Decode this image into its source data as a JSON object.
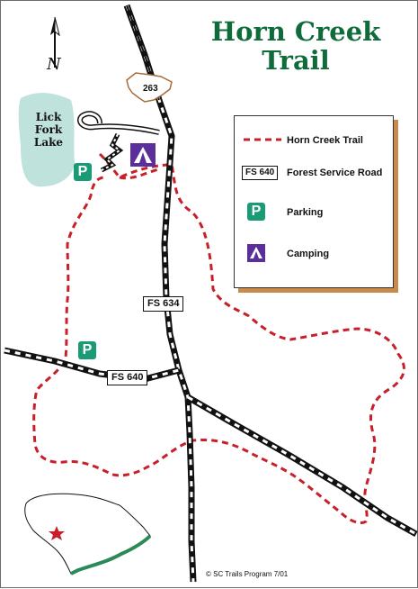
{
  "title": {
    "line1": "Horn Creek",
    "line2": "Trail"
  },
  "north_arrow": {
    "letter": "N"
  },
  "highway_shield": {
    "number": "263"
  },
  "lake": {
    "line1": "Lick",
    "line2": "Fork",
    "line3": "Lake"
  },
  "road_labels": {
    "fs634": "FS 634",
    "fs640": "FS 640"
  },
  "legend": {
    "items": [
      {
        "symbol": "trail-line",
        "label": "Horn Creek Trail"
      },
      {
        "symbol": "road-box",
        "box_text": "FS 640",
        "label": "Forest Service Road"
      },
      {
        "symbol": "parking",
        "glyph": "P",
        "label": "Parking"
      },
      {
        "symbol": "camping",
        "label": "Camping"
      }
    ]
  },
  "map_icons": {
    "parking_glyph": "P"
  },
  "credit": "© SC Trails Program 7/01",
  "colors": {
    "title": "#0f6b3a",
    "trail": "#c8202a",
    "lake": "#bfe2dd",
    "parking": "#1a9b76",
    "camping": "#5a2e9b",
    "legend_shadow": "#c98b49",
    "state_coast": "#2b8a57",
    "state_marker": "#c8202a"
  }
}
